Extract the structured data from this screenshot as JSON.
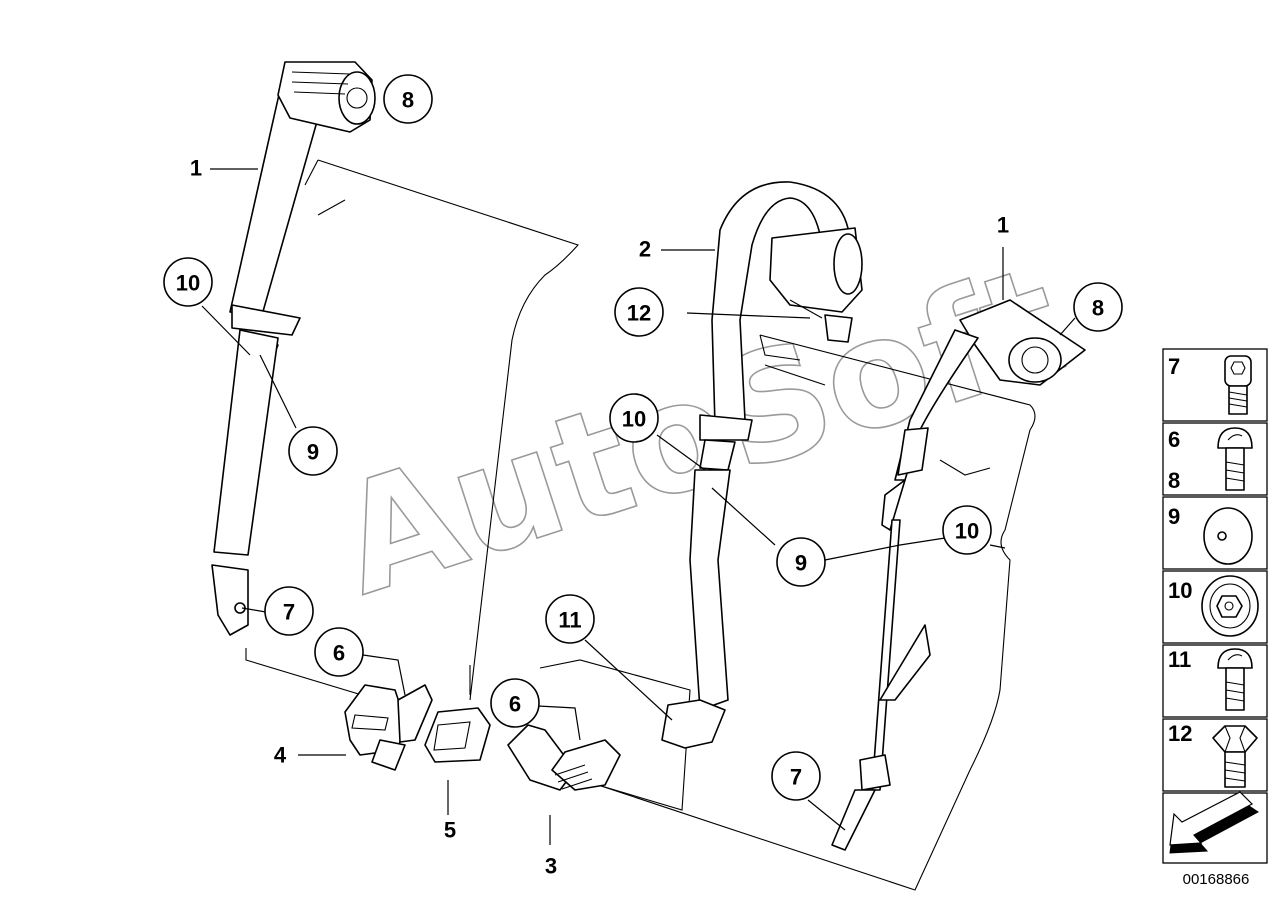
{
  "watermark": "AutoSoft",
  "callouts": [
    {
      "id": "c8-left",
      "text": "8"
    },
    {
      "id": "c10-left",
      "text": "10"
    },
    {
      "id": "c9-left",
      "text": "9"
    },
    {
      "id": "c7-left",
      "text": "7"
    },
    {
      "id": "c6-left",
      "text": "6"
    },
    {
      "id": "c11",
      "text": "11"
    },
    {
      "id": "c6-mid",
      "text": "6"
    },
    {
      "id": "c12",
      "text": "12"
    },
    {
      "id": "c10-mid",
      "text": "10"
    },
    {
      "id": "c9-mid",
      "text": "9"
    },
    {
      "id": "c8-right",
      "text": "8"
    },
    {
      "id": "c10-right",
      "text": "10"
    },
    {
      "id": "c7-right",
      "text": "7"
    }
  ],
  "plain_labels": [
    {
      "id": "p1-left",
      "text": "1"
    },
    {
      "id": "p2",
      "text": "2"
    },
    {
      "id": "p1-right",
      "text": "1"
    },
    {
      "id": "p4",
      "text": "4"
    },
    {
      "id": "p5",
      "text": "5"
    },
    {
      "id": "p3",
      "text": "3"
    }
  ],
  "legend": [
    {
      "label": "7",
      "icon": "socket-head-bolt-icon"
    },
    {
      "label": "6\n8",
      "icon": "round-head-bolt-icon"
    },
    {
      "label": "9",
      "icon": "cap-icon"
    },
    {
      "label": "10",
      "icon": "washer-nut-icon"
    },
    {
      "label": "11",
      "icon": "round-head-bolt-icon"
    },
    {
      "label": "12",
      "icon": "hex-bolt-icon"
    }
  ],
  "legend_footer_icon": "direction-arrow-icon",
  "document_number": "00168866"
}
